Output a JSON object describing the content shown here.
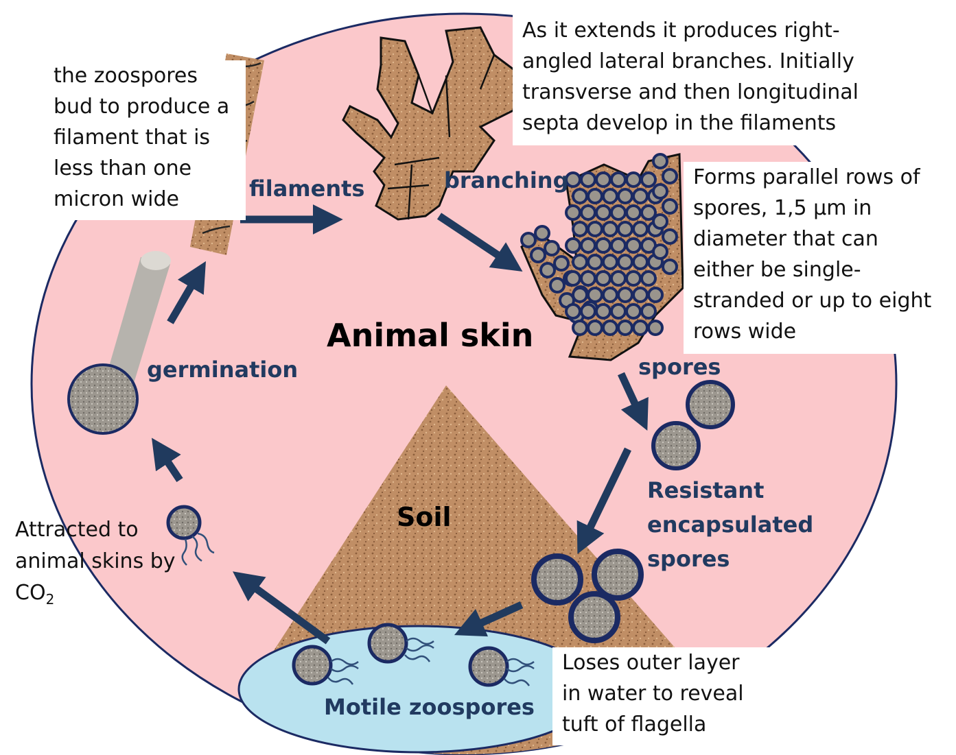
{
  "diagram": {
    "center_label": "Animal skin",
    "soil_label": "Soil",
    "stages": {
      "filaments": "filaments",
      "branching": "branching",
      "spores": "spores",
      "resistant": [
        "Resistant",
        "encapsulated",
        "spores"
      ],
      "motile": "Motile zoospores",
      "germination": "germination"
    },
    "notes": {
      "zoospores_bud": [
        "the zoospores",
        "bud to produce a",
        "filament that is",
        "less than one",
        "micron wide"
      ],
      "branches": [
        "As it extends it produces right-",
        "angled lateral branches. Initially",
        "transverse and then longitudinal",
        "septa develop in the filaments"
      ],
      "parallel_rows": [
        "Forms parallel rows of",
        "spores, 1,5 µm in",
        "diameter that can",
        "either be single-",
        "stranded or up to eight",
        "rows wide"
      ],
      "loses_layer": [
        "Loses outer layer",
        "in water to reveal",
        "tuft of flagella"
      ],
      "attracted": [
        "Attracted to",
        "animal skins by"
      ],
      "co2": {
        "base": "CO",
        "sub": "2"
      }
    },
    "colors": {
      "skin": "#fbc8cb",
      "soil": "#b9835a",
      "water": "#b9e2ef",
      "arrow": "#203a5e",
      "spore_ring": "#1b2a63",
      "spore_fill": "#9a958d",
      "hypha": "#b98a62",
      "germ_tube": "#b6b3ad"
    }
  }
}
